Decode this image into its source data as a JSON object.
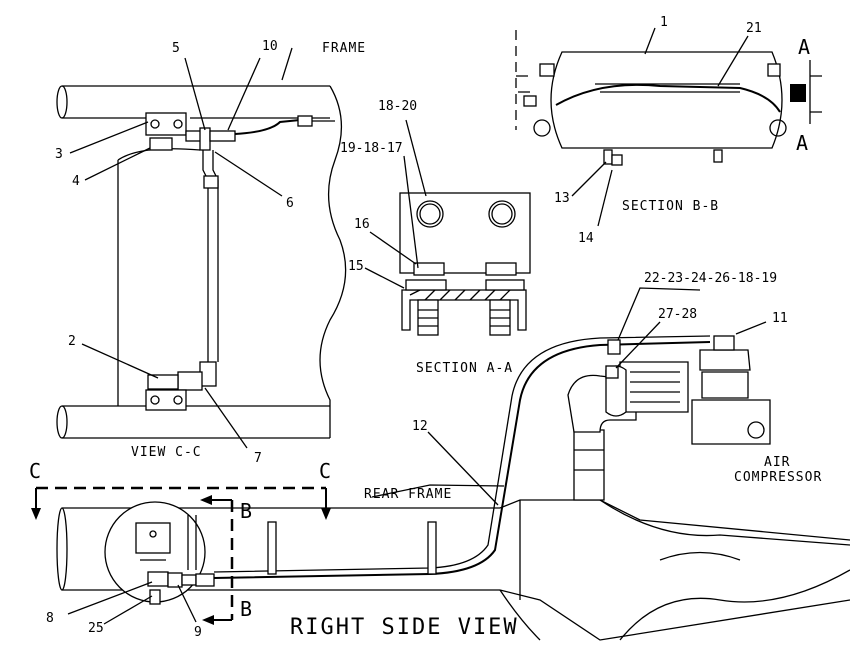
{
  "labels": {
    "frame": "FRAME",
    "rear_frame": "REAR FRAME",
    "view_cc": "VIEW C-C",
    "section_aa": "SECTION A-A",
    "section_bb": "SECTION B-B",
    "air_compressor_1": "AIR",
    "air_compressor_2": "COMPRESSOR",
    "right_side_view": "RIGHT SIDE VIEW"
  },
  "section_marks": {
    "c_left": "C",
    "c_right": "C",
    "b_top": "B",
    "b_bottom": "B",
    "a_top": "A",
    "a_bottom": "A"
  },
  "callouts": {
    "c1": "1",
    "c21": "21",
    "c5": "5",
    "c10": "10",
    "c3": "3",
    "c4": "4",
    "c6": "6",
    "c18_20": "18-20",
    "c19_18_17": "19-18-17",
    "c16": "16",
    "c15": "15",
    "c13": "13",
    "c14": "14",
    "c22_group": "22-23-24-26-18-19",
    "c27_28": "27-28",
    "c11": "11",
    "c2": "2",
    "c7": "7",
    "c12": "12",
    "c8": "8",
    "c25": "25",
    "c9": "9"
  }
}
